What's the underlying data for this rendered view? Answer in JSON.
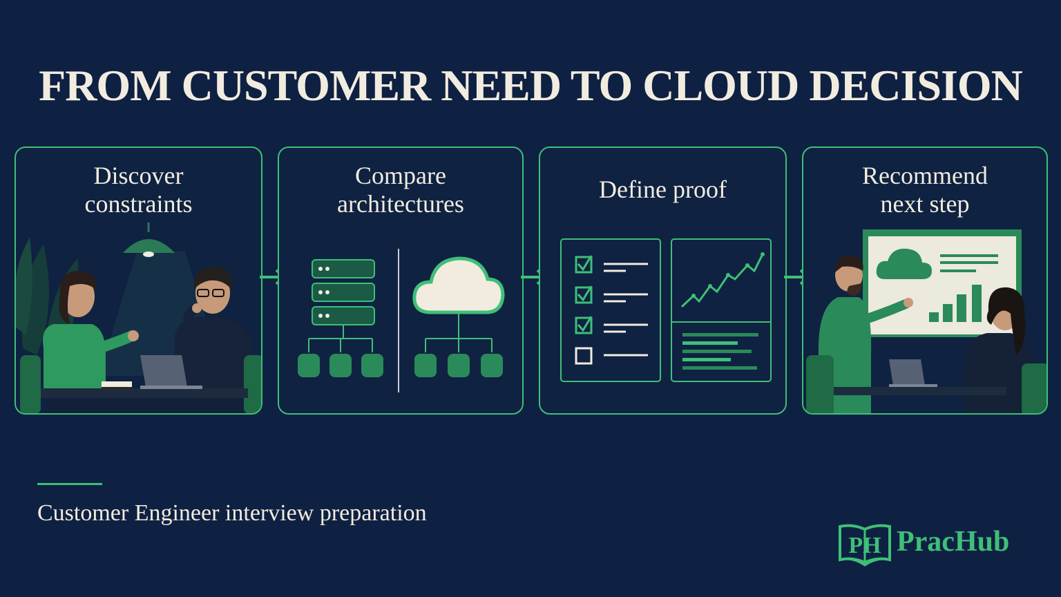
{
  "title": "FROM CUSTOMER NEED TO CLOUD DECISION",
  "steps": [
    {
      "line1": "Discover",
      "line2": "constraints"
    },
    {
      "line1": "Compare",
      "line2": "architectures"
    },
    {
      "line1": "Define proof"
    },
    {
      "line1": "Recommend",
      "line2": "next step"
    }
  ],
  "subtitle": "Customer Engineer interview preparation",
  "brand": {
    "name": "PracHub",
    "logo_text": "PH"
  },
  "colors": {
    "background": "#0f2142",
    "accent": "#3fbf78",
    "text": "#f2ece0"
  }
}
